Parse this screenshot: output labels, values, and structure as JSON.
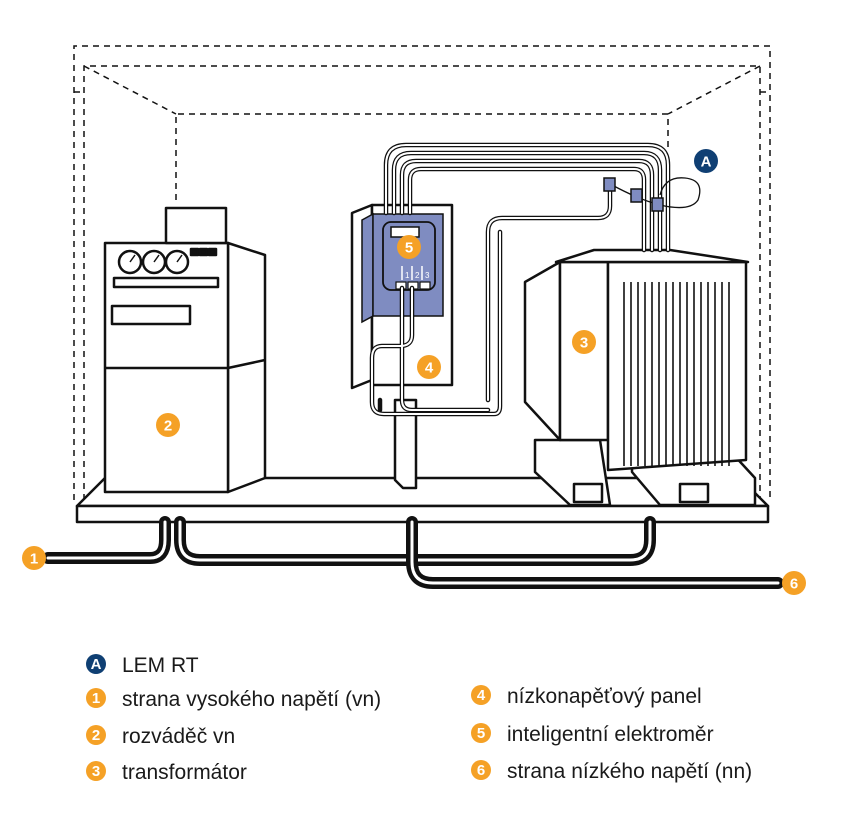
{
  "colors": {
    "orange": "#F5A126",
    "navy": "#0F3F73",
    "meter_panel": "#7F8CC1",
    "outline": "#111111"
  },
  "markers": {
    "A": "A",
    "m1": "1",
    "m2": "2",
    "m3": "3",
    "m4": "4",
    "m5": "5",
    "m6": "6"
  },
  "legend": {
    "lem_rt": "LEM RT",
    "hv_side": "strana vysokého napětí (vn)",
    "hv_switchgear": "rozváděč vn",
    "transformer": "transformátor",
    "lv_panel": "nízkonapěťový panel",
    "smart_meter": "inteligentní elektroměr",
    "lv_side": "strana nízkého napětí (nn)"
  },
  "meter_phase_labels": [
    "1",
    "2",
    "3"
  ]
}
